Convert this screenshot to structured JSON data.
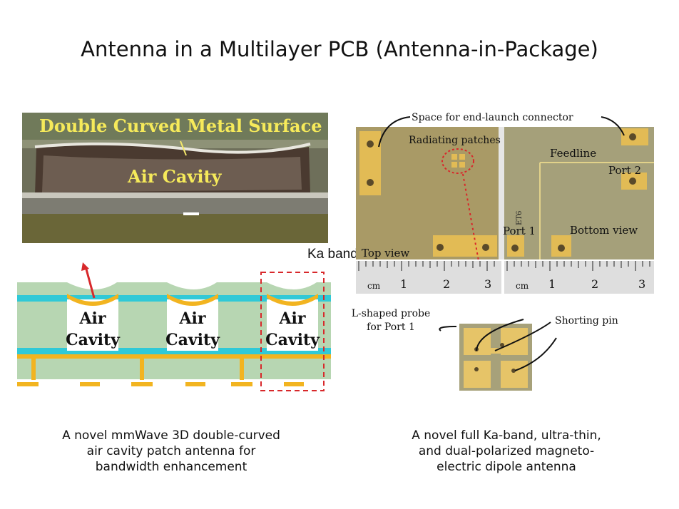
{
  "slide": {
    "title": "Antenna in a Multilayer PCB (Antenna-in-Package)"
  },
  "left_figure": {
    "photo_title": "Double Curved Metal Surface",
    "photo_cavity_label": "Air Cavity",
    "cross_section_labels": [
      {
        "line1": "Air",
        "line2": "Cavity"
      },
      {
        "line1": "Air",
        "line2": "Cavity"
      },
      {
        "line1": "Air",
        "line2": "Cavity"
      }
    ],
    "caption": [
      "A novel mmWave 3D double-curved",
      "air cavity patch antenna for",
      "bandwidth enhancement"
    ]
  },
  "center_label": "Ka band",
  "right_figure": {
    "connector_label": "Space for end-launch connector",
    "patches_label": "Radiating patches",
    "feedline_label": "Feedline",
    "port2_label": "Port 2",
    "port1_label": "Port 1",
    "board_mark": "ET6",
    "top_view_label": "Top view",
    "bottom_view_label": "Bottom view",
    "ruler_unit": "cm",
    "ruler_ticks": [
      "1",
      "2",
      "3"
    ],
    "probe_label": [
      "L-shaped probe",
      "for Port 1"
    ],
    "shorting_pin_label": "Shorting pin",
    "caption": [
      "A novel full Ka-band, ultra-thin,",
      "and dual-polarized  magneto-",
      "electric dipole antenna"
    ]
  },
  "colors": {
    "pcb_green": "#b7d6b2",
    "copper": "#f2b420",
    "cyan_layer": "#30c9d7",
    "board_gold": "#a99a66",
    "leader_red": "#d8282b"
  }
}
